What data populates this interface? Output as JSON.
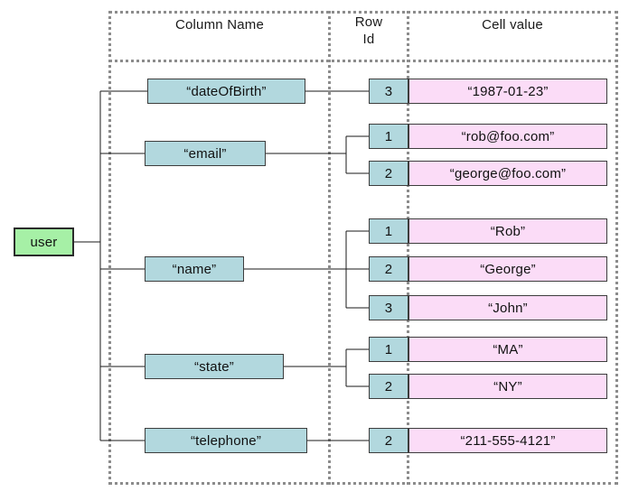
{
  "diagram": {
    "title_entity": "user",
    "headers": {
      "column_name": "Column Name",
      "row_id": "Row\nId",
      "row_id_line1": "Row",
      "row_id_line2": "Id",
      "cell_value": "Cell value"
    },
    "colors": {
      "entity_fill": "#A6F0A6",
      "column_fill": "#B2D8DE",
      "rowid_fill": "#B2D8DE",
      "cell_fill": "#FBDCF7",
      "frame": "#8C8C8C",
      "wire": "#1A1A1A"
    },
    "columns": [
      {
        "name": "“dateOfBirth”",
        "rows": [
          {
            "row_id": "3",
            "value": "“1987-01-23”"
          }
        ]
      },
      {
        "name": "“email”",
        "rows": [
          {
            "row_id": "1",
            "value": "“rob@foo.com”"
          },
          {
            "row_id": "2",
            "value": "“george@foo.com”"
          }
        ]
      },
      {
        "name": "“name”",
        "rows": [
          {
            "row_id": "1",
            "value": "“Rob”"
          },
          {
            "row_id": "2",
            "value": "“George”"
          },
          {
            "row_id": "3",
            "value": "“John”"
          }
        ]
      },
      {
        "name": "“state”",
        "rows": [
          {
            "row_id": "1",
            "value": "“MA”"
          },
          {
            "row_id": "2",
            "value": "“NY”"
          }
        ]
      },
      {
        "name": "“telephone”",
        "rows": [
          {
            "row_id": "2",
            "value": "“211-555-4121”"
          }
        ]
      }
    ]
  }
}
